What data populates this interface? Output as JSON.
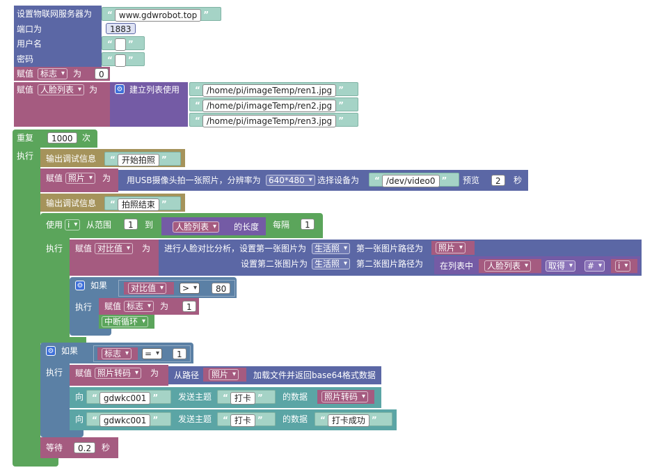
{
  "server": {
    "set_server_label": "设置物联网服务器为",
    "server_value": "www.gdwrobot.top",
    "port_label": "端口为",
    "port_value": "1883",
    "user_label": "用户名",
    "password_label": "密码"
  },
  "assign_flag": {
    "assign": "赋值",
    "var": "标志",
    "to": "为",
    "value": "0"
  },
  "assign_faces": {
    "assign": "赋值",
    "var": "人脸列表",
    "to": "为",
    "create_list": "建立列表使用",
    "items": [
      "/home/pi/imageTemp/ren1.jpg",
      "/home/pi/imageTemp/ren2.jpg",
      "/home/pi/imageTemp/ren3.jpg"
    ]
  },
  "repeat": {
    "label": "重复",
    "count": "1000",
    "times": "次",
    "do": "执行"
  },
  "debug1": {
    "label": "输出调试信息",
    "text": "开始拍照"
  },
  "photo": {
    "assign": "赋值",
    "var": "照片",
    "to": "为",
    "desc": "用USB摄像头拍一张照片，分辨率为",
    "resolution": "640*480",
    "device_label": "选择设备为",
    "device": "/dev/video0",
    "preview": "预览",
    "seconds": "2",
    "sec_unit": "秒"
  },
  "debug2": {
    "label": "输出调试信息",
    "text": "拍照结束"
  },
  "for_loop": {
    "use": "使用",
    "var": "i",
    "from": "从范围",
    "start": "1",
    "to": "到",
    "list": "人脸列表",
    "length": "的长度",
    "step_label": "每隔",
    "step": "1",
    "do": "执行"
  },
  "compare": {
    "assign": "赋值",
    "var": "对比值",
    "to": "为",
    "line1": "进行人脸对比分析，设置第一张图片为",
    "img1_type": "生活照",
    "img1_path_label": "第一张图片路径为",
    "img1_var": "照片",
    "line2": "设置第二张图片为",
    "img2_type": "生活照",
    "img2_path_label": "第二张图片路径为",
    "in_list": "在列表中",
    "list_var": "人脸列表",
    "get": "取得",
    "hash": "#",
    "index_var": "i"
  },
  "if1": {
    "if": "如果",
    "var": "对比值",
    "op": ">",
    "value": "80",
    "do": "执行",
    "assign": "赋值",
    "flag_var": "标志",
    "to": "为",
    "flag_value": "1",
    "break": "中断循环"
  },
  "if2": {
    "if": "如果",
    "var": "标志",
    "op": "=",
    "value": "1",
    "do": "执行",
    "assign": "赋值",
    "b64_var": "照片转码",
    "to": "为",
    "from_path": "从路径",
    "path_var": "照片",
    "load_desc": "加载文件并返回base64格式数据",
    "to_label": "向",
    "client": "gdwkc001",
    "topic_label": "发送主题",
    "topic": "打卡",
    "data_label": "的数据",
    "data_var": "照片转码",
    "client2": "gdwkc001",
    "topic2": "打卡",
    "data_text": "打卡成功"
  },
  "wait": {
    "label": "等待",
    "value": "0.2",
    "unit": "秒"
  }
}
